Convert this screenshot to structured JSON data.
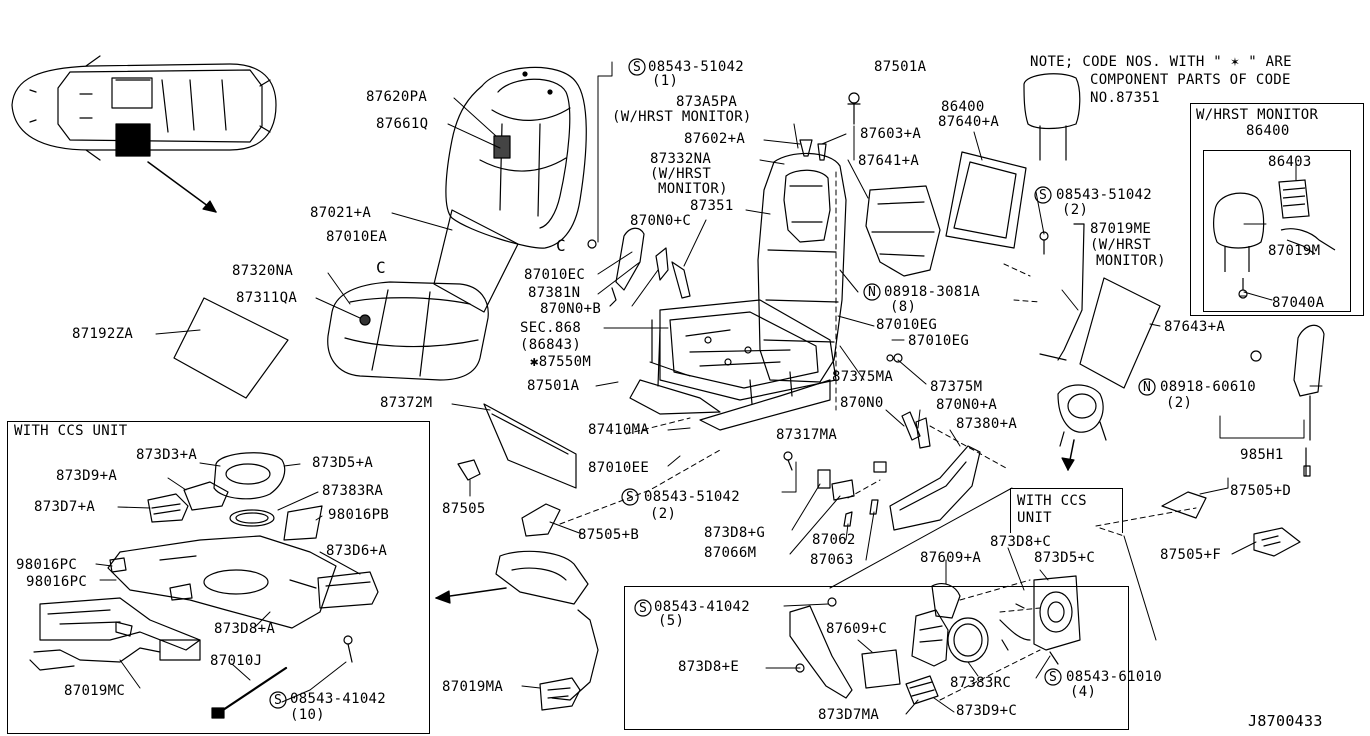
{
  "diagram": {
    "id": "J8700433",
    "note": {
      "line1": "NOTE; CODE NOS. WITH \" ✶ \" ARE",
      "line2": "COMPONENT PARTS OF CODE",
      "line3": "NO.87351"
    },
    "inset_titles": {
      "ccs_left": "WITH CCS UNIT",
      "ccs_right_1": "WITH CCS",
      "ccs_right_2": "UNIT",
      "hrst": "W/HRST MONITOR"
    },
    "parts": {
      "p87620PA": "87620PA",
      "p87661Q": "87661Q",
      "p87021A": "87021+A",
      "p87010EA": "87010EA",
      "p87320NA": "87320NA",
      "p87311QA": "87311QA",
      "p87192ZA": "87192ZA",
      "p08543_51042_1": "08543-51042",
      "p08543_51042_1q": "(1)",
      "p873A5PA": "873A5PA",
      "p873A5PA_note": "(W/HRST MONITOR)",
      "p87602A": "87602+A",
      "p87332NA": "87332NA",
      "p87332NA_n1": "(W/HRST",
      "p87332NA_n2": "MONITOR)",
      "p87351": "87351",
      "p870N0C": "870N0+C",
      "p87010EC": "87010EC",
      "p87381N": "87381N",
      "p870N0B": "870N0+B",
      "pSEC868": "SEC.868",
      "pSEC868b": "(86843)",
      "p87550M": "✱87550M",
      "p87501A_l": "87501A",
      "p87501A_t": "87501A",
      "p87603A": "87603+A",
      "p86400": "86400",
      "p87640A": "87640+A",
      "p87641A": "87641+A",
      "p08543_51042_2a": "08543-51042",
      "p08543_51042_2aq": "(2)",
      "p87019ME": "87019ME",
      "p87019ME_n1": "(W/HRST",
      "p87019ME_n2": "MONITOR)",
      "p08918_3081A": "08918-3081A",
      "p08918_3081Aq": "(8)",
      "p87010EG_1": "87010EG",
      "p87010EG_2": "87010EG",
      "p87643A": "87643+A",
      "p86400_h": "86400",
      "p86403": "86403",
      "p87019M": "87019M",
      "p87040A": "87040A",
      "p87372M": "87372M",
      "p87375MA": "87375MA",
      "p87375M": "87375M",
      "p870N0": "870N0",
      "p870N0A": "870N0+A",
      "p87380A": "87380+A",
      "p08918_60610": "08918-60610",
      "p08918_60610q": "(2)",
      "p985H1": "985H1",
      "p87410MA": "87410MA",
      "p87317MA": "87317MA",
      "p87010EE": "87010EE",
      "p08543_51042_2b": "08543-51042",
      "p08543_51042_2bq": "(2)",
      "p87505": "87505",
      "p87505B": "87505+B",
      "p873D8G": "873D8+G",
      "p87066M": "87066M",
      "p87062": "87062",
      "p87063": "87063",
      "p87505D": "87505+D",
      "p87505F": "87505+F",
      "p873D3A": "873D3+A",
      "p873D5A": "873D5+A",
      "p873D9A": "873D9+A",
      "p87383RA": "87383RA",
      "p873D7A": "873D7+A",
      "p98016PB": "98016PB",
      "p98016PC_1": "98016PC",
      "p98016PC_2": "98016PC",
      "p873D6A": "873D6+A",
      "p873D8A": "873D8+A",
      "p87010J": "87010J",
      "p87019MC": "87019MC",
      "p08543_41042_10": "08543-41042",
      "p08543_41042_10q": "(10)",
      "p87019MA": "87019MA",
      "p873D8C": "873D8+C",
      "p87609A": "87609+A",
      "p873D5C": "873D5+C",
      "p08543_41042_5": "08543-41042",
      "p08543_41042_5q": "(5)",
      "p87609C": "87609+C",
      "p873D8E": "873D8+E",
      "p87383RC": "87383RC",
      "p08543_61010": "08543-61010",
      "p08543_61010q": "(4)",
      "p873D7MA": "873D7MA",
      "p873D9C": "873D9+C"
    },
    "symbols": {
      "S": "S",
      "N": "N",
      "C": "C"
    }
  }
}
